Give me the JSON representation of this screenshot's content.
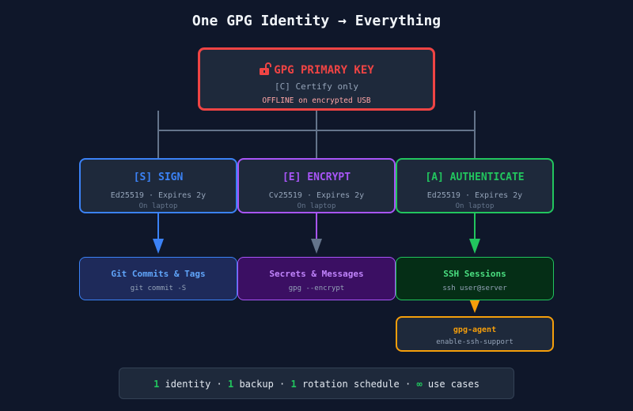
{
  "title": "One GPG Identity → Everything",
  "colors": {
    "background": "#0f172a",
    "box_fill": "#1e293b",
    "connector": "#64748b",
    "primary": "#ef4444",
    "sign": "#3b82f6",
    "encrypt": "#a855f7",
    "authenticate": "#22c55e",
    "agent": "#f59e0b"
  },
  "primary_key": {
    "icon": "lock-icon",
    "title": "GPG PRIMARY KEY",
    "capability": "[C] Certify only",
    "storage": "OFFLINE on encrypted USB"
  },
  "subkeys": [
    {
      "title": "[S] SIGN",
      "algo": "Ed25519 · Expires 2y",
      "location": "On laptop"
    },
    {
      "title": "[E] ENCRYPT",
      "algo": "Cv25519 · Expires 2y",
      "location": "On laptop"
    },
    {
      "title": "[A] AUTHENTICATE",
      "algo": "Ed25519 · Expires 2y",
      "location": "On laptop"
    }
  ],
  "uses": [
    {
      "title": "Git Commits & Tags",
      "command": "git commit -S"
    },
    {
      "title": "Secrets & Messages",
      "command": "gpg --encrypt"
    },
    {
      "title": "SSH Sessions",
      "command": "ssh user@server"
    }
  ],
  "agent": {
    "title": "gpg-agent",
    "command": "enable-ssh-support"
  },
  "footer": {
    "n1": "1",
    "t1": " identity · ",
    "n2": "1",
    "t2": " backup · ",
    "n3": "1",
    "t3": " rotation schedule · ",
    "n4": "∞",
    "t4": " use cases"
  }
}
